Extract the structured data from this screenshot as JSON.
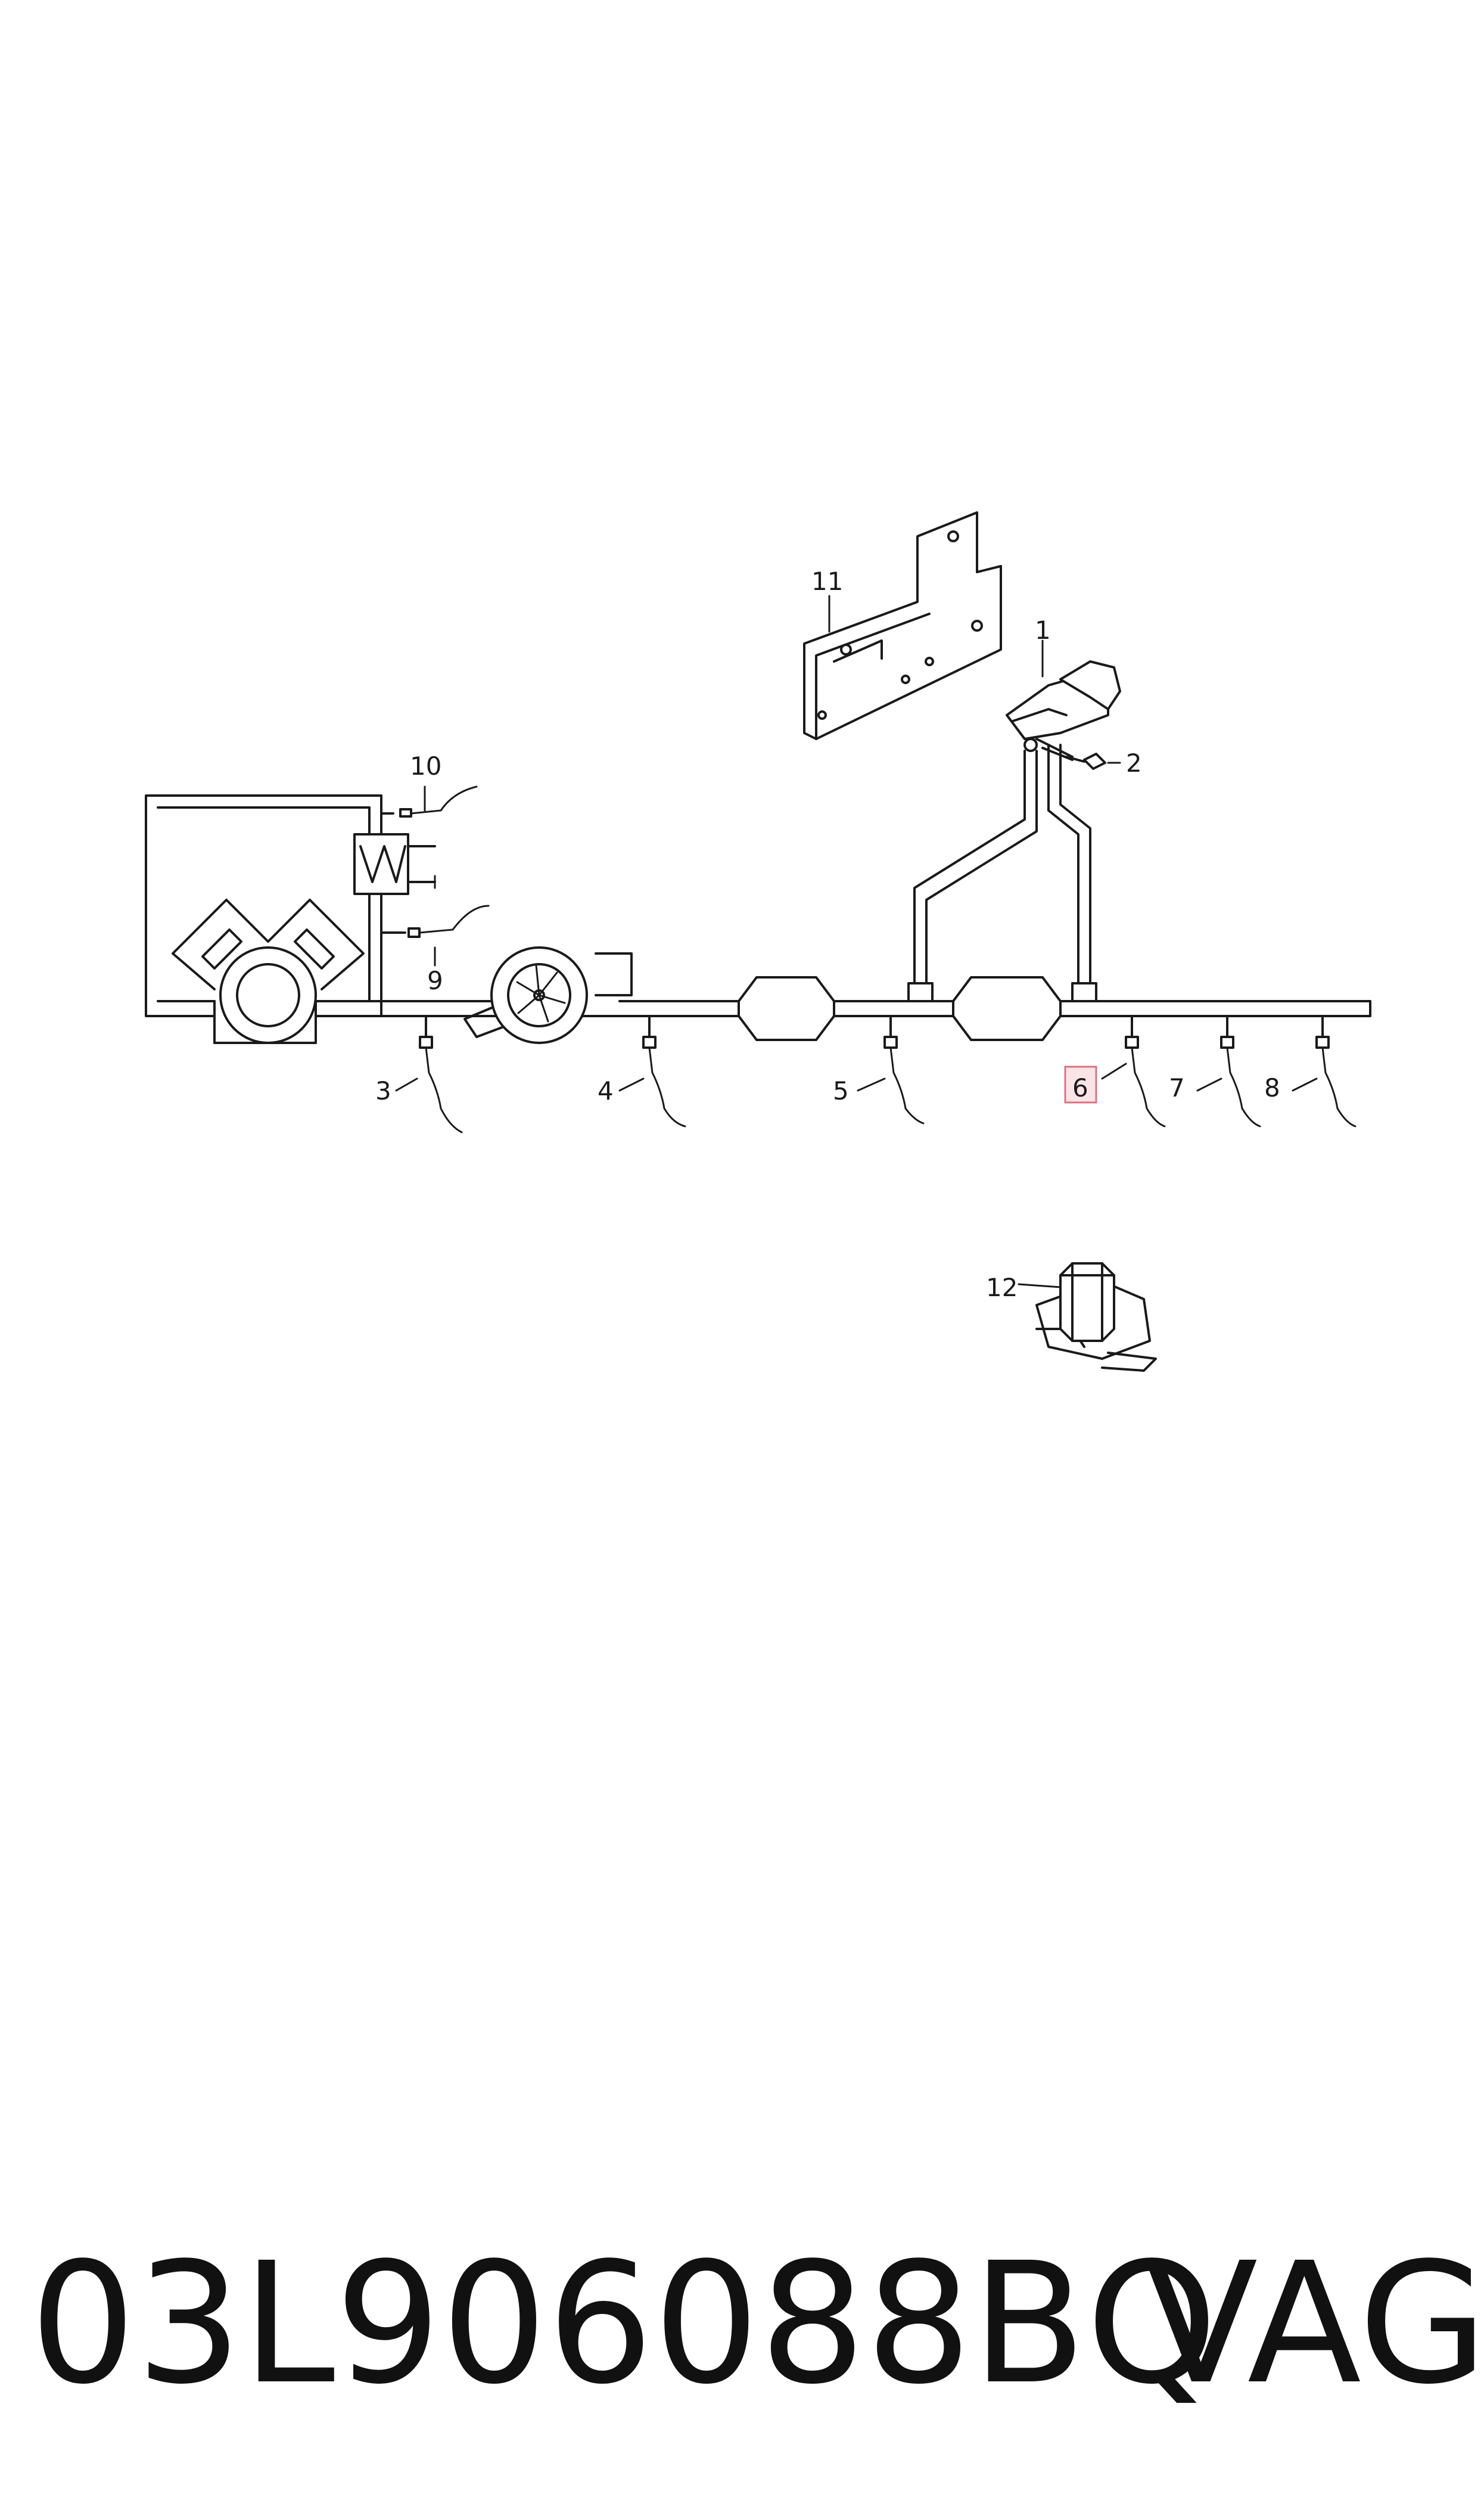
{
  "diagram": {
    "callouts": {
      "c1": "1",
      "c2": "2",
      "c3": "3",
      "c4": "4",
      "c5": "5",
      "c6": "6",
      "c7": "7",
      "c8": "8",
      "c9": "9",
      "c10": "10",
      "c11": "11",
      "c12": "12"
    },
    "highlighted_callout": "6",
    "highlight_color": "#d9737f"
  },
  "footer": {
    "part_number": "03L906088BQ",
    "brand": "VAG"
  }
}
